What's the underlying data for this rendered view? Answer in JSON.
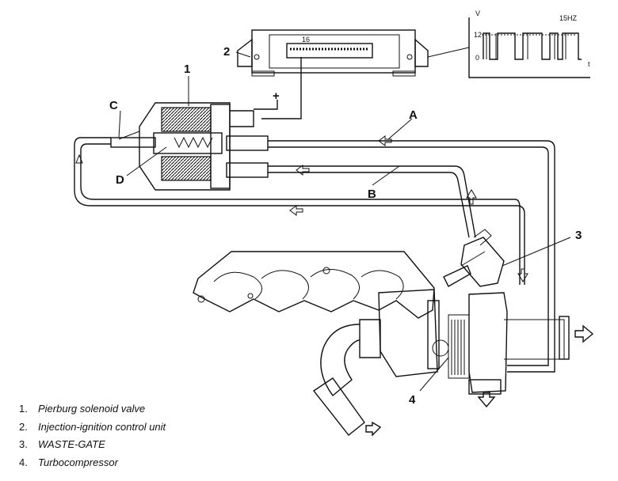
{
  "labels": {
    "c": "C",
    "a": "A",
    "b": "B",
    "d": "D",
    "n1": "1",
    "n2": "2",
    "n3": "3",
    "n4": "4",
    "pin": "16",
    "plus": "+"
  },
  "waveform": {
    "y_unit": "V",
    "y_max": "12",
    "y_min": "0",
    "x_unit": "t",
    "frequency": "15HZ"
  },
  "legend": [
    {
      "num": "1.",
      "text": "Pierburg solenoid valve"
    },
    {
      "num": "2.",
      "text": "Injection-ignition control unit"
    },
    {
      "num": "3.",
      "text": "WASTE-GATE"
    },
    {
      "num": "4.",
      "text": "Turbocompressor"
    }
  ]
}
